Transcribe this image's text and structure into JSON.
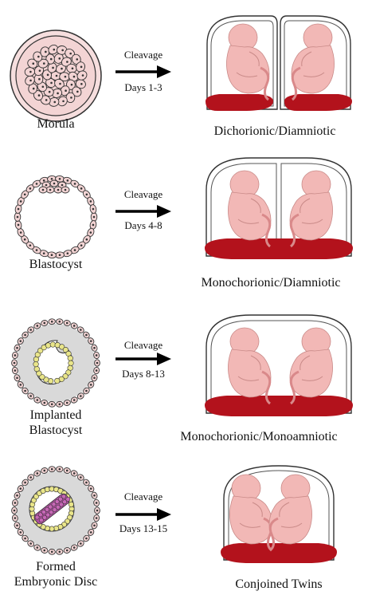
{
  "rows": [
    {
      "stage": [
        "Morula"
      ],
      "arrow_top": "Cleavage",
      "arrow_bottom": "Days 1-3",
      "outcome": "Dichorionic/Diamniotic"
    },
    {
      "stage": [
        "Blastocyst"
      ],
      "arrow_top": "Cleavage",
      "arrow_bottom": "Days 4-8",
      "outcome": "Monochorionic/Diamniotic"
    },
    {
      "stage": [
        "Implanted",
        "Blastocyst"
      ],
      "arrow_top": "Cleavage",
      "arrow_bottom": "Days 8-13",
      "outcome": "Monochorionic/Monoamniotic"
    },
    {
      "stage": [
        "Formed",
        "Embryonic Disc"
      ],
      "arrow_top": "Cleavage",
      "arrow_bottom": "Days 13-15",
      "outcome": "Conjoined Twins"
    }
  ],
  "colors": {
    "cell_fill": "#f3d4d4",
    "fetus_fill": "#f2b8b6",
    "placenta": "#b3121c",
    "sac_line": "#333333",
    "zona_fill": "#d9d9d9",
    "yolk_ring": "#e9e58a"
  }
}
